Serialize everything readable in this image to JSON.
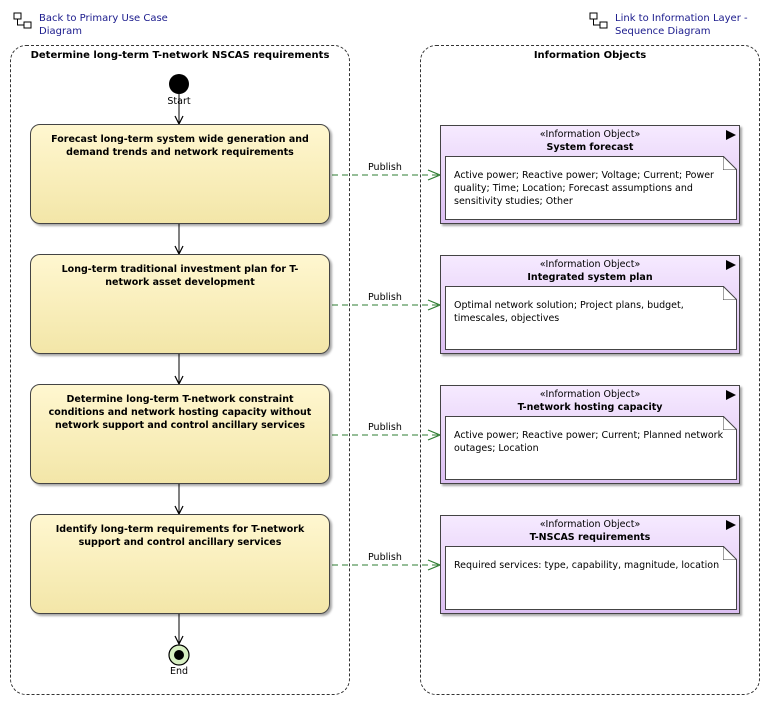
{
  "links": {
    "back": "Back to Primary Use Case\nDiagram",
    "forward": "Link to Information Layer -\nSequence Diagram"
  },
  "partitions": {
    "process_title": "Determine long-term T-network NSCAS requirements",
    "info_title": "Information Objects"
  },
  "start_label": "Start",
  "end_label": "End",
  "flow_label": "Publish",
  "actions": [
    "Forecast long-term system wide generation and demand trends and network requirements",
    "Long-term traditional investment plan for T-network asset development",
    "Determine long-term T-network constraint conditions and network hosting capacity without network support and control ancillary services",
    "Identify long-term requirements for T-network support and control ancillary services"
  ],
  "info_objects": [
    {
      "stereotype": "«Information Object»",
      "name": "System forecast",
      "attributes": "Active power; Reactive power; Voltage; Current; Power quality; Time; Location; Forecast assumptions and sensitivity studies; Other"
    },
    {
      "stereotype": "«Information Object»",
      "name": "Integrated system plan",
      "attributes": "Optimal network solution; Project plans, budget, timescales, objectives"
    },
    {
      "stereotype": "«Information Object»",
      "name": "T-network hosting capacity",
      "attributes": "Active power; Reactive power; Current; Planned network outages; Location"
    },
    {
      "stereotype": "«Information Object»",
      "name": "T-NSCAS requirements",
      "attributes": "Required services: type, capability, magnitude, location"
    }
  ],
  "colors": {
    "action_fill": "#f3e6a8",
    "info_fill": "#dcc0f2",
    "flow_line": "#2e7d32",
    "link_text": "#1a1a8c"
  },
  "icons": {
    "link": "diagram-link-icon",
    "object_flag": "flag-triangle-icon"
  }
}
